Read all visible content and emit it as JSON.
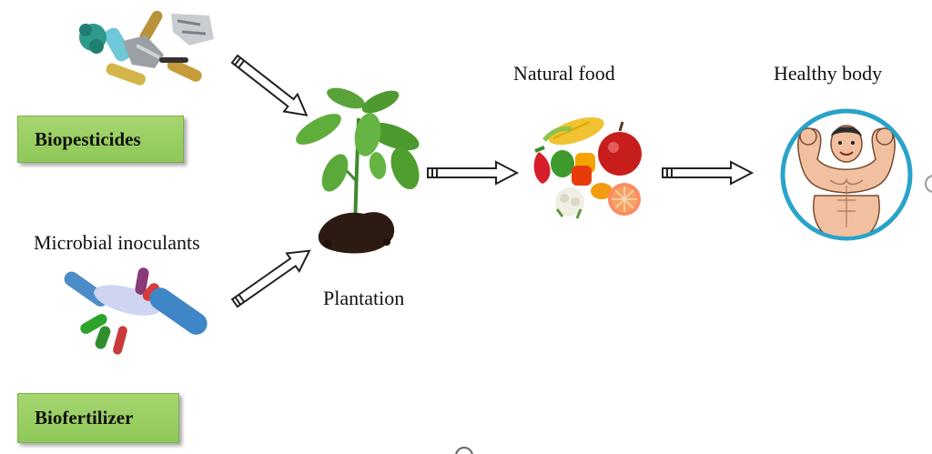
{
  "labels": {
    "biopesticides": "Biopesticides",
    "microbial_inoculants": "Microbial inoculants",
    "biofertilizer": "Biofertilizer",
    "plantation": "Plantation",
    "natural_food": "Natural food",
    "healthy_body": "Healthy body"
  },
  "colors": {
    "box_green": "#9ccf64",
    "circle_border": "#29a3c9",
    "arrow_stroke": "#222222"
  }
}
